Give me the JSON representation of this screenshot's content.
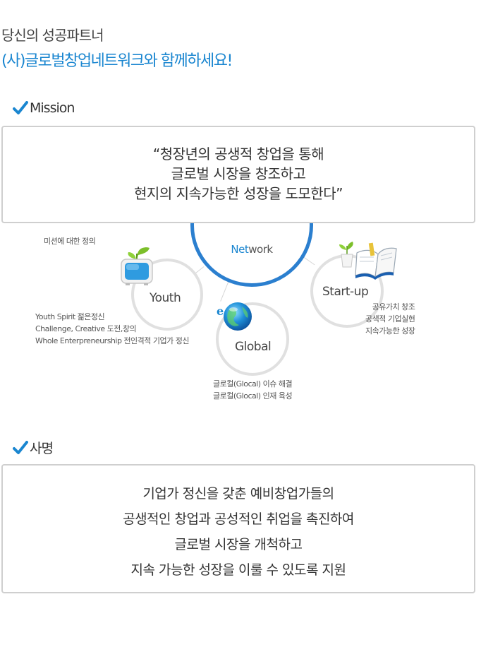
{
  "header": {
    "line1": "당신의 성공파트너",
    "line2": "(사)글로벌창업네트워크와 함께하세요!"
  },
  "mission": {
    "label": "Mission",
    "quote": [
      "“청장년의 공생적 창업을 통해",
      "글로벌 시장을 창조하고",
      "현지의 지속가능한 성장을 도모한다”"
    ]
  },
  "diagram": {
    "caption": "미션에 대한 정의",
    "network": {
      "prefix": "Net",
      "suffix": "work"
    },
    "youth": {
      "label": "Youth",
      "desc": [
        "Youth Spirit 젊은정신",
        "Challenge, Creative 도전,창의",
        "Whole Enterpreneurship 전인격적 기업가 정신"
      ]
    },
    "global": {
      "label": "Global",
      "desc": [
        "글로컬(Glocal) 이슈 해결",
        "글로컬(Glocal) 인재 육성"
      ]
    },
    "startup": {
      "label": "Start-up",
      "desc": [
        "공유가치 창조",
        "공색적 기업실현",
        "지속가능한 성장"
      ]
    },
    "colors": {
      "accent": "#1a86d0",
      "ring": "#e0e0e0",
      "network_ring": "#2b7fcf"
    }
  },
  "samyeong": {
    "label": "사명",
    "lines": [
      "기업가 정신을 갖춘 예비창업가들의",
      "공생적인 창업과 공성적인 취업을 촉진하여",
      "글로벌 시장을 개척하고",
      "지속 가능한 성장을 이룰 수 있도록 지원"
    ]
  }
}
